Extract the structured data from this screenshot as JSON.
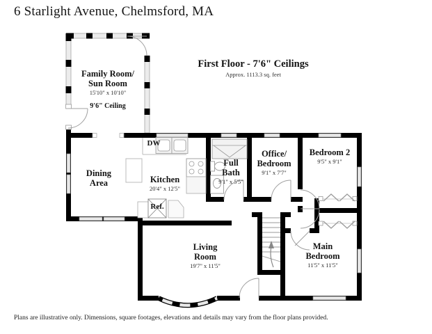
{
  "page": {
    "title": "6 Starlight Avenue, Chelmsford, MA",
    "disclaimer": "Plans are illustrative only. Dimensions, square footages, elevations and details may vary from the floor plans provided."
  },
  "floor": {
    "heading": "First Floor - 7'6\" Ceilings",
    "subheading": "Approx. 1113.3 sq. feet"
  },
  "rooms": {
    "family_room": {
      "name_line1": "Family Room/",
      "name_line2": "Sun Room",
      "dimensions": "15'10\" x 10'10\"",
      "ceiling": "9'6\" Ceiling"
    },
    "dining": {
      "name_line1": "Dining",
      "name_line2": "Area"
    },
    "kitchen": {
      "name": "Kitchen",
      "dimensions": "20'4\" x 12'5\""
    },
    "full_bath": {
      "name_line1": "Full",
      "name_line2": "Bath",
      "dimensions": "9'1\" x 5'5\""
    },
    "office": {
      "name_line1": "Office/",
      "name_line2": "Bedroom",
      "dimensions": "9'1\" x 7'7\""
    },
    "bedroom2": {
      "name": "Bedroom 2",
      "dimensions": "9'5\" x 9'1\""
    },
    "living": {
      "name_line1": "Living",
      "name_line2": "Room",
      "dimensions": "19'7\" x 11'5\""
    },
    "main_bedroom": {
      "name_line1": "Main",
      "name_line2": "Bedroom",
      "dimensions": "11'5\" x 11'5\""
    }
  },
  "appliances": {
    "dishwasher": "DW",
    "refrigerator": "Ref."
  },
  "colors": {
    "wall": "#000000",
    "window_fill": "#e8e8e8",
    "fixture_line": "#999999",
    "background": "#ffffff"
  }
}
